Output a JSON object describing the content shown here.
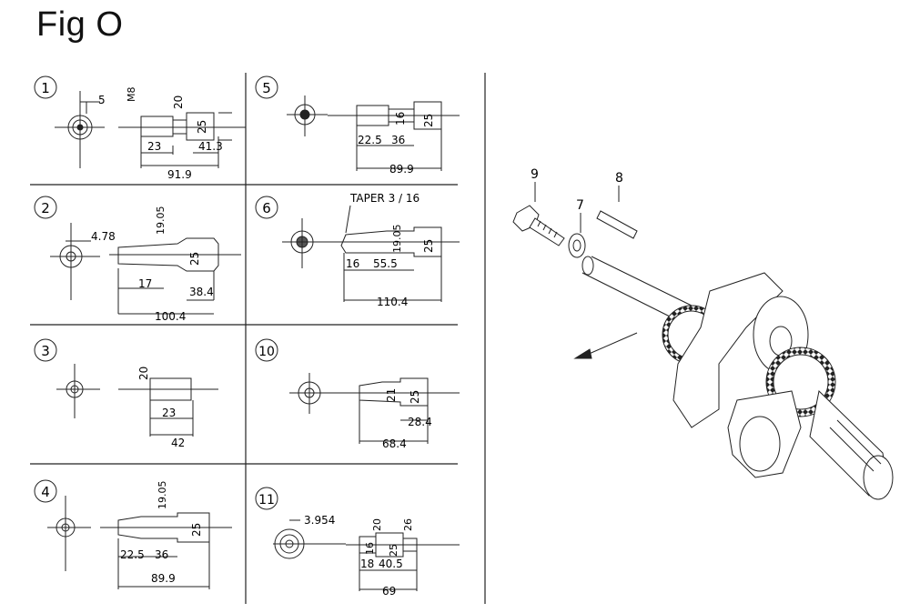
{
  "title": "Fig O",
  "panels": [
    {
      "number": "1",
      "dims": [
        "5",
        "M8",
        "20",
        "25",
        "23",
        "41.3",
        "91.9"
      ]
    },
    {
      "number": "2",
      "dims": [
        "4.78",
        "19.05",
        "25",
        "17",
        "38.4",
        "100.4"
      ]
    },
    {
      "number": "3",
      "dims": [
        "20",
        "23",
        "42"
      ]
    },
    {
      "number": "4",
      "dims": [
        "19.05",
        "25",
        "22.5",
        "36",
        "89.9"
      ]
    },
    {
      "number": "5",
      "dims": [
        "16",
        "25",
        "22.5",
        "36",
        "89.9"
      ]
    },
    {
      "number": "6",
      "taper": "TAPER 3 / 16",
      "dims": [
        "19.05",
        "25",
        "16",
        "55.5",
        "110.4"
      ]
    },
    {
      "number": "10",
      "dims": [
        "21",
        "25",
        "28.4",
        "68.4"
      ]
    },
    {
      "number": "11",
      "dims": [
        "3.954",
        "20",
        "26",
        "16",
        "25",
        "18",
        "40.5",
        "69"
      ]
    }
  ],
  "assembly_callouts": [
    "9",
    "7",
    "8"
  ]
}
